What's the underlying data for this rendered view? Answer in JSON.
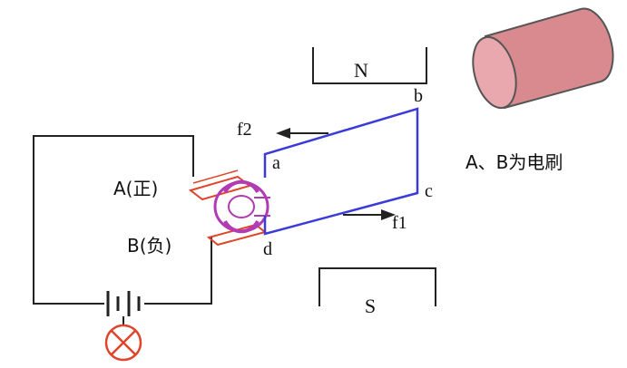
{
  "magnet": {
    "north_label": "N",
    "south_label": "S"
  },
  "coil": {
    "corner_a": "a",
    "corner_b": "b",
    "corner_c": "c",
    "corner_d": "d",
    "force_top": "f2",
    "force_bottom": "f1",
    "color": "#3b3bd9"
  },
  "brushes": {
    "a_label": "A(正)",
    "b_label": "B(负)",
    "note": "A、B为电刷",
    "color": "#e0452b",
    "commutator_color": "#b23ab3"
  },
  "cylinder": {
    "color": "#d88a8f"
  },
  "circuit": {
    "wire_color": "#222222",
    "lamp_color": "#e0452b"
  }
}
